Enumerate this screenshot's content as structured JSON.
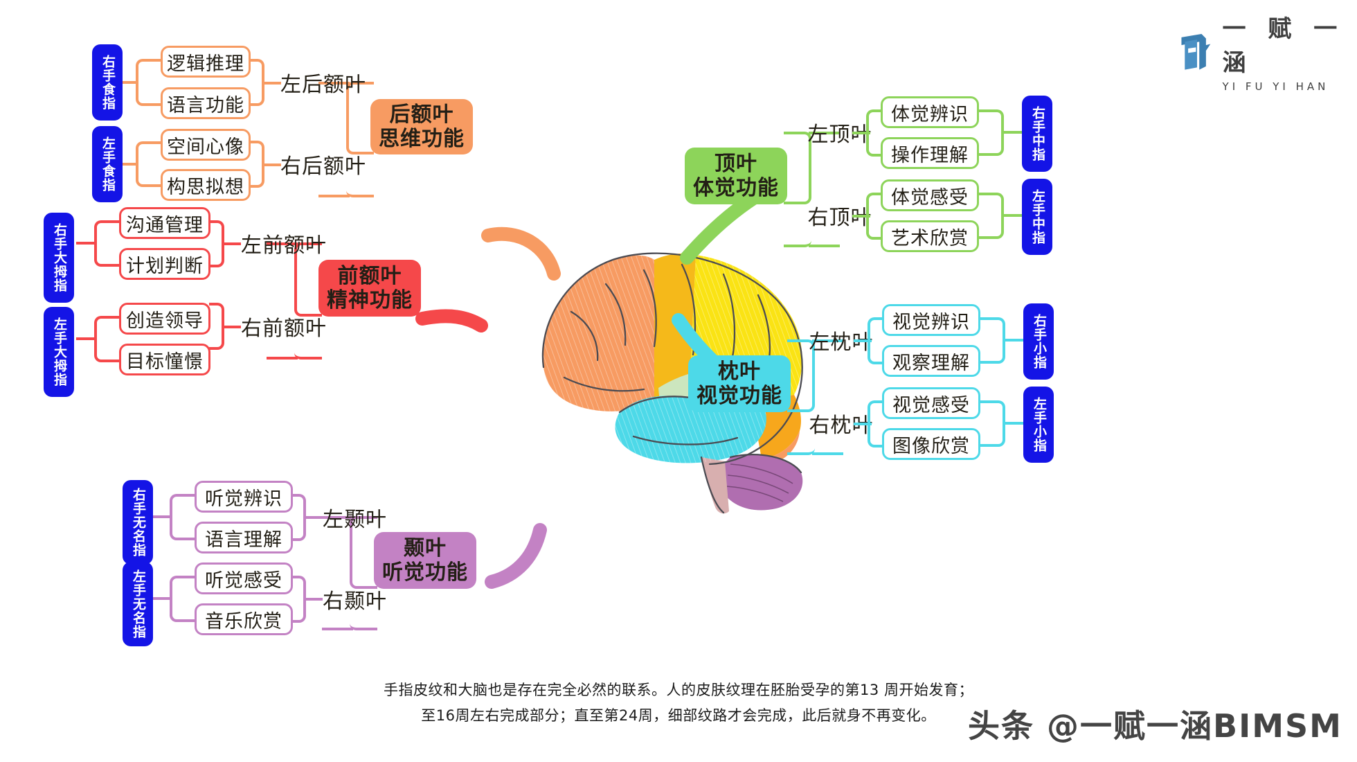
{
  "logo": {
    "brand_cn": "一 赋 一 涵",
    "brand_en": "YI FU YI HAN",
    "color": "#3c7fb1"
  },
  "watermark": "头条 @一赋一涵BIMSM",
  "footer": {
    "line1": "手指皮纹和大脑也是存在完全必然的联系。人的皮肤纹理在胚胎受孕的第13 周开始发育；",
    "line2": "至16周左右完成部分；直至第24周，细部纹路才会完成，此后就身不再变化。"
  },
  "colors": {
    "posterior_frontal": "#F79B62",
    "prefrontal": "#F5484A",
    "parietal": "#8DD košt",
    "parietal_green": "#8DD45A",
    "occipital_cyan": "#4DD9E8",
    "temporal_purple": "#C382C4",
    "finger_blue": "#1414E6"
  },
  "branches": [
    {
      "id": "posterior-frontal",
      "accent": "#F79B62",
      "lobe": {
        "line1": "后额叶",
        "line2": "思维功能"
      },
      "sides": [
        {
          "mid": "左后额叶",
          "leaves": [
            "逻辑推理",
            "语言功能"
          ],
          "finger": "右手食指"
        },
        {
          "mid": "右后额叶",
          "leaves": [
            "空间心像",
            "构思拟想"
          ],
          "finger": "左手食指"
        }
      ]
    },
    {
      "id": "prefrontal",
      "accent": "#F5484A",
      "lobe": {
        "line1": "前额叶",
        "line2": "精神功能"
      },
      "sides": [
        {
          "mid": "左前额叶",
          "leaves": [
            "沟通管理",
            "计划判断"
          ],
          "finger": "右手大拇指"
        },
        {
          "mid": "右前额叶",
          "leaves": [
            "创造领导",
            "目标憧憬"
          ],
          "finger": "左手大拇指"
        }
      ]
    },
    {
      "id": "temporal",
      "accent": "#C382C4",
      "lobe": {
        "line1": "颞叶",
        "line2": "听觉功能"
      },
      "sides": [
        {
          "mid": "左颞叶",
          "leaves": [
            "听觉辨识",
            "语言理解"
          ],
          "finger": "右手无名指"
        },
        {
          "mid": "右颞叶",
          "leaves": [
            "听觉感受",
            "音乐欣赏"
          ],
          "finger": "左手无名指"
        }
      ]
    },
    {
      "id": "parietal",
      "accent": "#8DD45A",
      "lobe": {
        "line1": "顶叶",
        "line2": "体觉功能"
      },
      "sides": [
        {
          "mid": "左顶叶",
          "leaves": [
            "体觉辨识",
            "操作理解"
          ],
          "finger": "右手中指"
        },
        {
          "mid": "右顶叶",
          "leaves": [
            "体觉感受",
            "艺术欣赏"
          ],
          "finger": "左手中指"
        }
      ]
    },
    {
      "id": "occipital",
      "accent": "#4DD9E8",
      "lobe": {
        "line1": "枕叶",
        "line2": "视觉功能"
      },
      "sides": [
        {
          "mid": "左枕叶",
          "leaves": [
            "视觉辨识",
            "观察理解"
          ],
          "finger": "右手小指"
        },
        {
          "mid": "右枕叶",
          "leaves": [
            "视觉感受",
            "图像欣赏"
          ],
          "finger": "左手小指"
        }
      ]
    }
  ],
  "brain_diagram": {
    "label": "brain-illustration",
    "regions": [
      {
        "name": "frontal-lobe",
        "color": "#F79B62"
      },
      {
        "name": "premotor-strip",
        "color": "#F5B91A"
      },
      {
        "name": "parietal-lobe",
        "color": "#FAE314"
      },
      {
        "name": "occipital-lobe",
        "color": "#F7A71C"
      },
      {
        "name": "temporal-lobe",
        "color": "#4DD9E8"
      },
      {
        "name": "insula",
        "color": "#CCE6BE"
      },
      {
        "name": "cerebellum",
        "color": "#B06EB0"
      },
      {
        "name": "brainstem",
        "color": "#D8AFAF"
      }
    ]
  }
}
